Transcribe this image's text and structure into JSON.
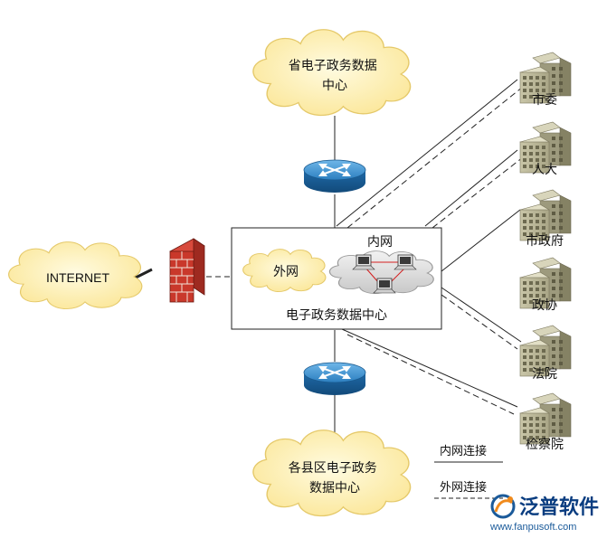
{
  "nodes": {
    "province_center": [
      "省电子政务数据",
      "中心"
    ],
    "county_center": [
      "各县区电子政务",
      "数据中心"
    ],
    "internet": "INTERNET",
    "center_box": "电子政务数据中心",
    "extranet": "外网",
    "intranet": "内网"
  },
  "buildings": [
    "市委",
    "人大",
    "市政府",
    "政协",
    "法院",
    "检察院"
  ],
  "legend": {
    "intranet_link": "内网连接",
    "extranet_link": "外网连接"
  },
  "brand": {
    "name": "泛普软件",
    "url": "www.fanpusoft.com"
  }
}
